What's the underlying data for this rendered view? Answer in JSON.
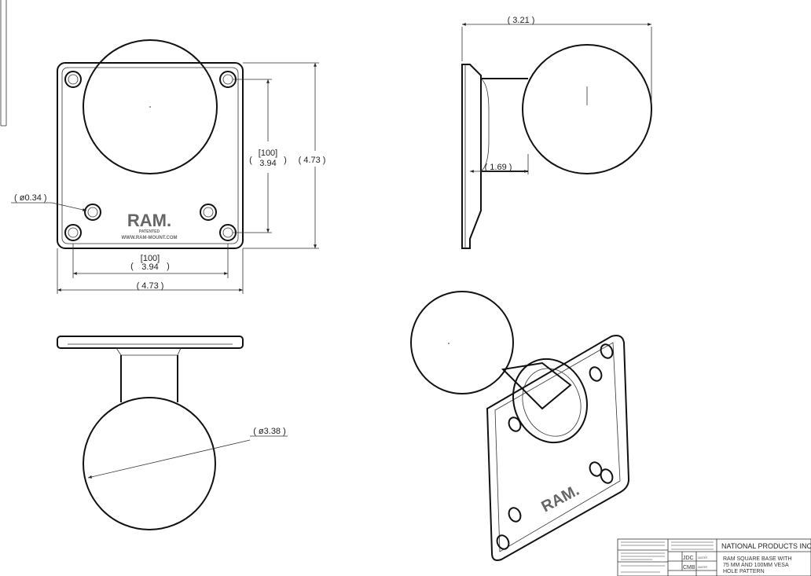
{
  "views": {
    "front": {
      "logo": "RAM.",
      "logo_sub": "PATENTED",
      "website": "WWW.RAM-MOUNT.COM",
      "dim_hole_diameter": "( ø0.34 )",
      "dim_vert_hole_mm": "[100]",
      "dim_vert_hole_in": "3.94",
      "dim_vert_overall": "( 4.73 )",
      "dim_horiz_hole_mm": "[100]",
      "dim_horiz_hole_in": "3.94",
      "dim_horiz_overall": "( 4.73 )"
    },
    "side": {
      "dim_overall_height": "( 3.21 )",
      "dim_neck_height": "( 1.69 )"
    },
    "top": {
      "dim_ball_diameter": "( ø3.38 )"
    },
    "iso": {
      "logo": "RAM."
    }
  },
  "title_block": {
    "company": "NATIONAL PRODUCTS INC.",
    "title_line1": "RAM SQUARE BASE WITH",
    "title_line2": "75 MM AND 100MM VESA",
    "title_line3": "HOLE PATTERN",
    "drawn_initials": "JDC",
    "drawn_date": "11/07/07",
    "checked_initials": "CMB",
    "checked_date": "11/07/07"
  }
}
